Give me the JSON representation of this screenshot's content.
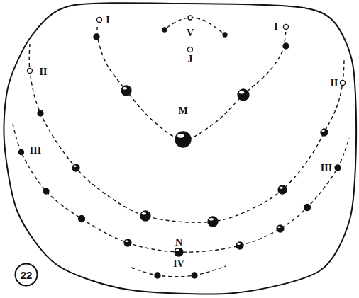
{
  "diagram": {
    "nodes": [
      {
        "text": [
          "22"
        ]
      }
    ],
    "labels": [
      "I",
      "V",
      "I",
      "J",
      "II",
      "II",
      "M",
      "III",
      "III",
      "N",
      "IV"
    ]
  }
}
